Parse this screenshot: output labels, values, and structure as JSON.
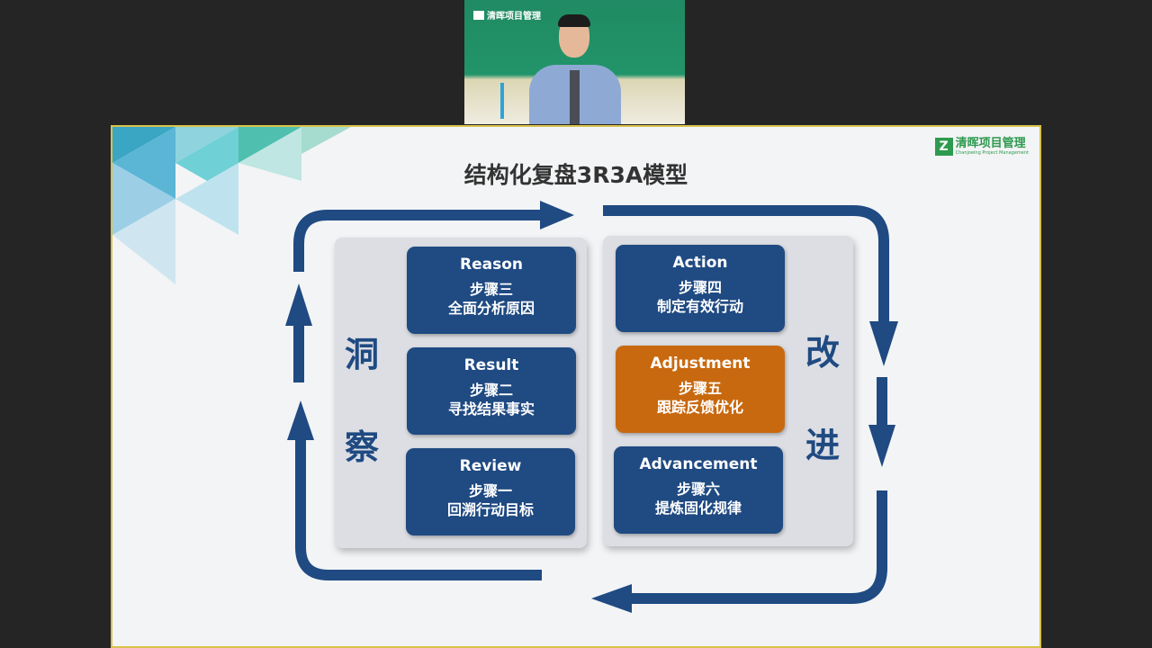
{
  "webcam": {
    "logo_text": "清晖项目管理"
  },
  "slide": {
    "title": "结构化复盘3R3A模型",
    "brand": {
      "name_cn": "清晖项目管理",
      "name_en": "Chanjoeing Project Management",
      "color": "#2e9a4e"
    },
    "left_label": [
      "洞",
      "察"
    ],
    "right_label": [
      "改",
      "进"
    ],
    "left_boxes": [
      {
        "title": "Reason",
        "step": "步骤三",
        "desc": "全面分析原因"
      },
      {
        "title": "Result",
        "step": "步骤二",
        "desc": "寻找结果事实"
      },
      {
        "title": "Review",
        "step": "步骤一",
        "desc": "回溯行动目标"
      }
    ],
    "right_boxes": [
      {
        "title": "Action",
        "step": "步骤四",
        "desc": "制定有效行动"
      },
      {
        "title": "Adjustment",
        "step": "步骤五",
        "desc": "跟踪反馈优化",
        "highlight": true
      },
      {
        "title": "Advancement",
        "step": "步骤六",
        "desc": "提炼固化规律"
      }
    ],
    "colors": {
      "box": "#1f4a82",
      "highlight": "#c8690f",
      "arrow": "#1f4a82",
      "border": "#d8c24a"
    }
  }
}
